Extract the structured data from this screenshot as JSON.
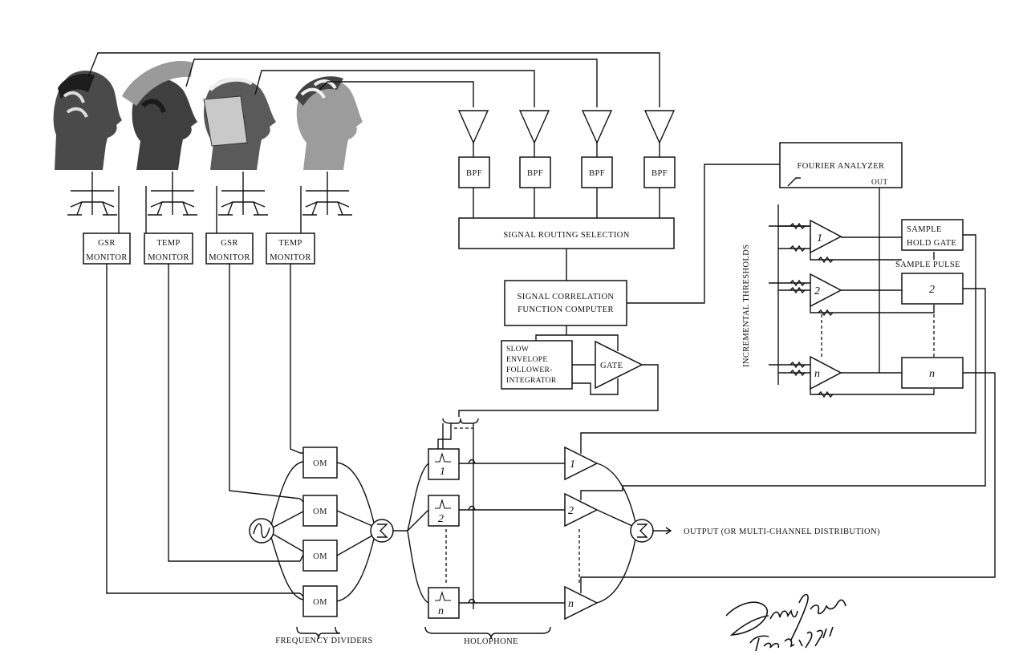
{
  "monitors": [
    {
      "line1": "GSR",
      "line2": "MONITOR"
    },
    {
      "line1": "TEMP",
      "line2": "MONITOR"
    },
    {
      "line1": "GSR",
      "line2": "MONITOR"
    },
    {
      "line1": "TEMP",
      "line2": "MONITOR"
    }
  ],
  "bpf_label": "BPF",
  "signal_routing": "SIGNAL ROUTING SELECTION",
  "correlation": {
    "line1": "SIGNAL CORRELATION",
    "line2": "FUNCTION COMPUTER"
  },
  "envelope": {
    "line1": "SLOW",
    "line2": "ENVELOPE",
    "line3": "FOLLOWER-",
    "line4": "INTEGRATOR"
  },
  "gate_label": "GATE",
  "fourier": {
    "title": "FOURIER ANALYZER",
    "out": "OUT"
  },
  "incremental_thresholds": "INCREMENTAL THRESHOLDS",
  "sample_hold": {
    "line1": "SAMPLE",
    "line2": "HOLD GATE"
  },
  "sample_pulse": "SAMPLE PULSE",
  "comparator_labels": [
    "1",
    "2",
    "n"
  ],
  "hold_labels": [
    "2",
    "n"
  ],
  "om_label": "OM",
  "filter_labels": [
    "1",
    "2",
    "n"
  ],
  "amp_labels": [
    "1",
    "2",
    "n"
  ],
  "output_label": "OUTPUT (OR MULTI-CHANNEL DISTRIBUTION)",
  "frequency_dividers": "FREQUENCY DIVIDERS",
  "holophone": "HOLOPHONE",
  "signature": {
    "name": "David Rosenboom",
    "place_date": "Toronto, 1972"
  }
}
